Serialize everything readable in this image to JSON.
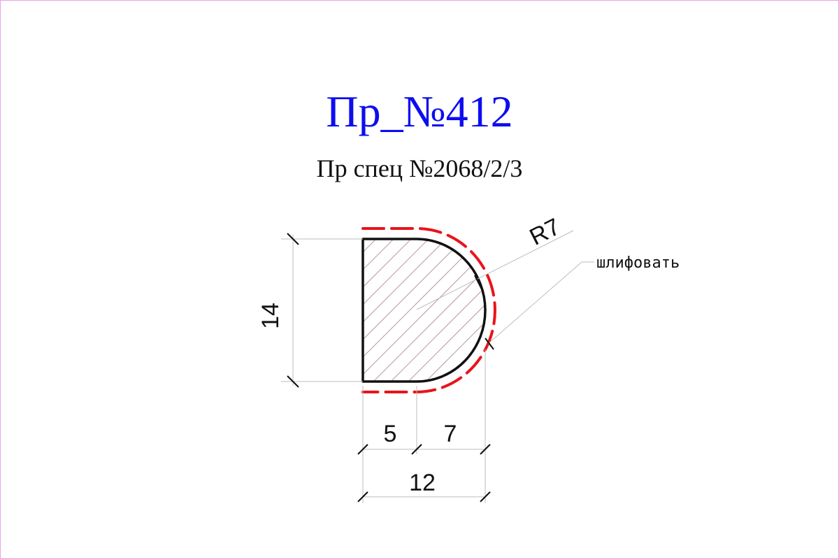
{
  "header": {
    "title": "Пр_№412",
    "subtitle": "Пр спец №2068/2/3"
  },
  "dimensions": {
    "height": "14",
    "flat_width": "5",
    "radius_width": "7",
    "total_width": "12",
    "radius_label": "R7"
  },
  "annotations": {
    "sanding_note": "шлифовать"
  },
  "colors": {
    "title": "#0d0df0",
    "sanding_line": "#e8141b",
    "outline": "#111111",
    "hatch": "#b89a9a",
    "page_border": "#e9a3e9"
  }
}
